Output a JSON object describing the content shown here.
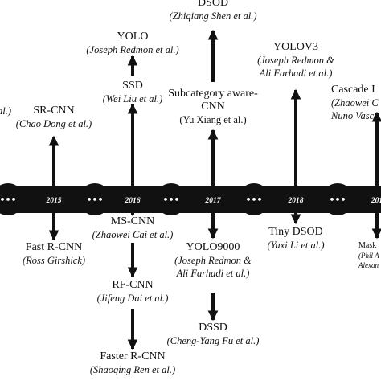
{
  "timeline": {
    "years": [
      "2015",
      "2016",
      "2017",
      "2018",
      "201"
    ],
    "dots": "•••",
    "colors": {
      "band": "#111111",
      "arrow": "#111111",
      "year_text": "#ffffff",
      "text": "#111111"
    }
  },
  "entries": {
    "left_fragment": {
      "author": "al.)"
    },
    "sr_cnn": {
      "name": "SR-CNN",
      "author": "(Chao Dong et al.)"
    },
    "yolo": {
      "name": "YOLO",
      "author": "(Joseph Redmon et al.)"
    },
    "ssd": {
      "name": "SSD",
      "author": "(Wei Liu et al.)"
    },
    "dsod": {
      "name": "DSOD",
      "author": "(Zhiqiang Shen et al.)"
    },
    "subcategory": {
      "name_line1": "Subcategory aware-",
      "name_line2": "CNN",
      "author": "(Yu Xiang et al.)"
    },
    "yolov3": {
      "name": "YOLOV3",
      "author_line1": "(Joseph Redmon &",
      "author_line2": "Ali Farhadi et al.)"
    },
    "cascade": {
      "name": "Cascade I",
      "author_line1": "(Zhaowei C",
      "author_line2": "Nuno Vasco"
    },
    "fast_rcnn": {
      "name": "Fast R-CNN",
      "author": "(Ross Girshick)"
    },
    "ms_cnn": {
      "name": "MS-CNN",
      "author": "(Zhaowei Cai et al.)"
    },
    "rf_cnn": {
      "name": "RF-CNN",
      "author": "(Jifeng Dai et al.)"
    },
    "faster_rcnn": {
      "name": "Faster R-CNN",
      "author": "(Shaoqing Ren et al.)"
    },
    "yolo9000": {
      "name": "YOLO9000",
      "author_line1": "(Joseph Redmon &",
      "author_line2": "Ali Farhadi et al.)"
    },
    "dssd": {
      "name": "DSSD",
      "author": "(Cheng-Yang Fu et al.)"
    },
    "tiny_dsod": {
      "name": "Tiny DSOD",
      "author": "(Yuxi Li et al.)"
    },
    "mask": {
      "name": "Mask",
      "author_line1": "(Phil A",
      "author_line2": "Alexan"
    }
  }
}
